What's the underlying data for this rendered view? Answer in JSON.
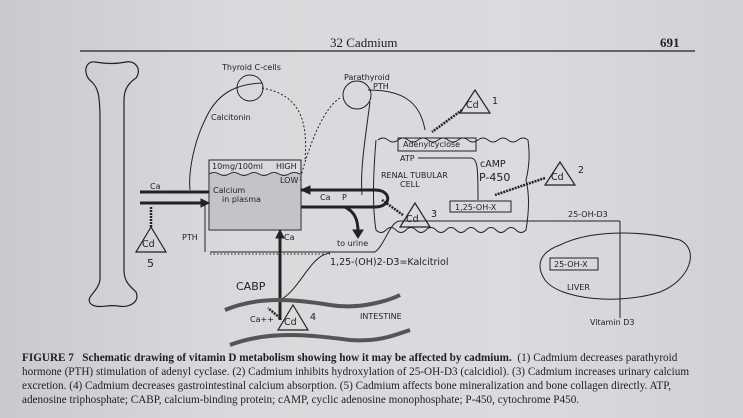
{
  "header": {
    "chapter": "32 Cadmium",
    "page_number": "691"
  },
  "diagram": {
    "thyroid": "Thyroid C-cells",
    "parathyroid": "Parathyroid",
    "pth_top": "PTH",
    "calcitonin": "Calcitonin",
    "level": "10mg/100ml",
    "high": "HIGH",
    "low": "LOW",
    "calcium_plasma_1": "Calcium",
    "calcium_plasma_2": "in plasma",
    "ca_left": "Ca",
    "ca_tube": "Ca",
    "p_tube": "P",
    "ca_down": "Ca",
    "pth_bottom": "PTH",
    "adenylcyclase": "Adenylcyclose",
    "atp": "ATP",
    "camp": "cAMP",
    "p450": "P-450",
    "renal_1": "RENAL TUBULAR",
    "renal_2": "CELL",
    "hydroxylase_kidney": "1,25-OH-X",
    "calcidiol": "25-OH-D3",
    "hydroxylase_liver": "25-OH-X",
    "liver": "LIVER",
    "vitamin_d3": "Vitamin D3",
    "to_urine": "to urine",
    "calcitriol": "1,25-(OH)2-D3=Kalcitriol",
    "cabp": "CABP",
    "ca_ion": "Ca++",
    "intestine": "INTESTINE",
    "cd": "Cd",
    "n1": "1",
    "n2": "2",
    "n3": "3",
    "n4": "4",
    "n5": "5"
  },
  "caption": {
    "label": "FIGURE 7",
    "title": "Schematic drawing of vitamin D metabolism showing how it may be affected by cadmium.",
    "body": "(1) Cadmium decreases parathyroid hormone (PTH) stimulation of adenyl cyclase. (2) Cadmium inhibits hydroxylation of 25-OH-D3 (calcidiol). (3) Cadmium increases urinary calcium excretion. (4) Cadmium decreases gastrointestinal calcium absorption. (5) Cadmium affects bone mineralization and bone collagen directly. ATP, adenosine triphosphate; CABP, calcium-binding protein; cAMP, cyclic adenosine monophosphate; P-450, cytochrome P450."
  }
}
